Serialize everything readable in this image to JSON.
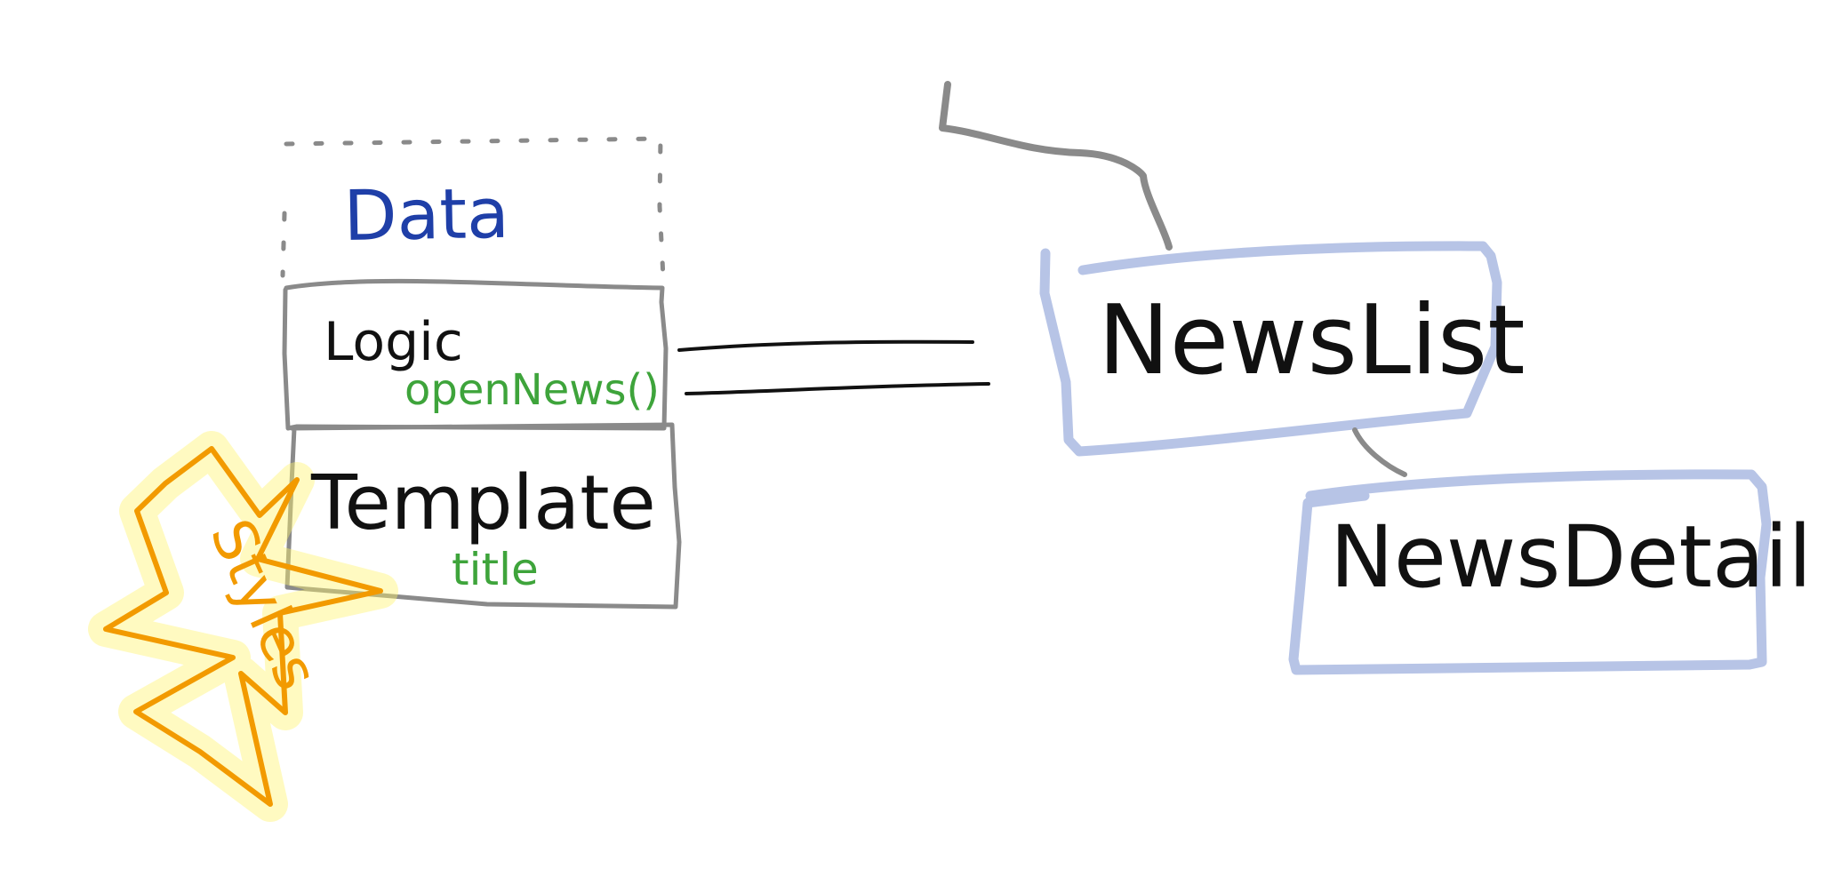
{
  "diagram": {
    "component_box": {
      "data_label": "Data",
      "logic_label": "Logic",
      "method_label": "openNews()",
      "template_label": "Template",
      "property_label": "title",
      "styles_label": "Styles"
    },
    "nodes": {
      "news_list": "NewsList",
      "news_detail": "NewsDetail"
    }
  },
  "colors": {
    "gray": "#8a8a8a",
    "black": "#111111",
    "blue_label": "#1f3fa8",
    "green_label": "#3ea43b",
    "soft_blue": "#b7c4e6",
    "orange": "#f29a00",
    "yellow_glow": "#fff36b"
  }
}
